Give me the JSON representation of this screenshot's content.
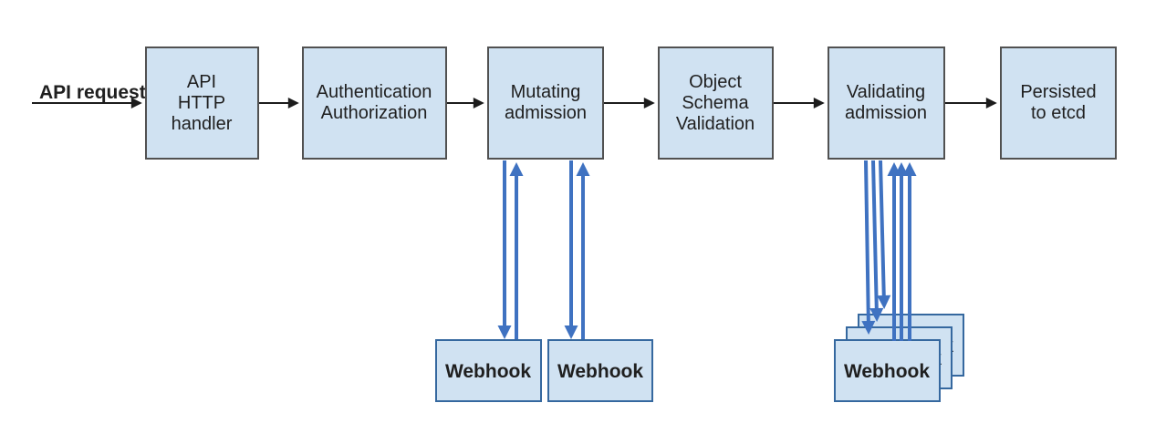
{
  "diagram": {
    "flow_label": "API request",
    "nodes": [
      {
        "id": "api-http-handler",
        "lines": [
          "API",
          "HTTP",
          "handler"
        ]
      },
      {
        "id": "authentication-authorization",
        "lines": [
          "Authentication",
          "Authorization"
        ]
      },
      {
        "id": "mutating-admission",
        "lines": [
          "Mutating",
          "admission"
        ]
      },
      {
        "id": "object-schema-validation",
        "lines": [
          "Object",
          "Schema",
          "Validation"
        ]
      },
      {
        "id": "validating-admission",
        "lines": [
          "Validating",
          "admission"
        ]
      },
      {
        "id": "persisted-to-etcd",
        "lines": [
          "Persisted",
          "to etcd"
        ]
      }
    ],
    "webhooks": {
      "mutating": [
        {
          "label": "Webhook"
        },
        {
          "label": "Webhook"
        }
      ],
      "validating": [
        {
          "label": "Webhook"
        },
        {
          "label": "Webhook"
        },
        {
          "label": "Webhook"
        }
      ]
    },
    "colors": {
      "node_fill": "#d0e2f2",
      "node_border": "#515151",
      "webhook_fill": "#d0e2f2",
      "webhook_border": "#35689f",
      "flow_arrow": "#1c1c1c",
      "webhook_arrow": "#3f72c1",
      "text": "#1f1f1f"
    }
  }
}
